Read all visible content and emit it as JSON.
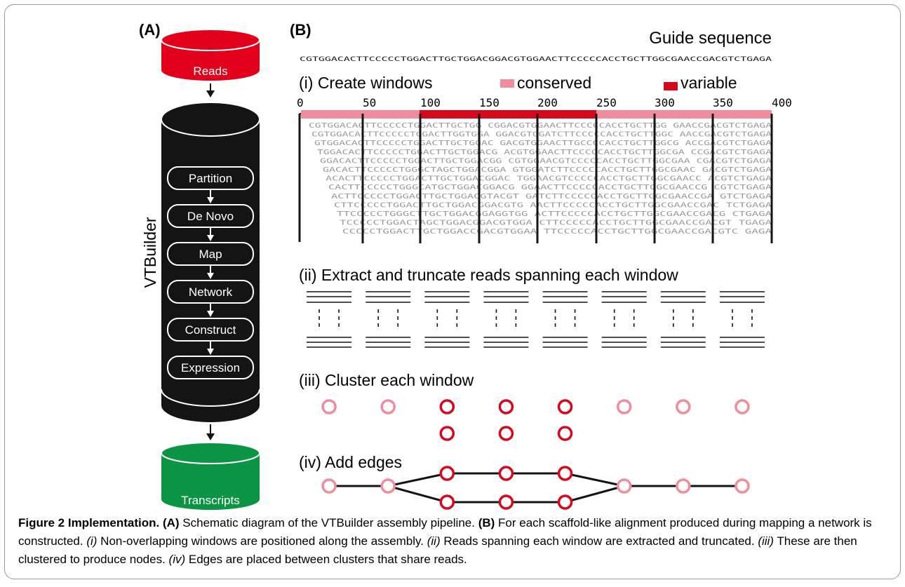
{
  "panel_a": {
    "label": "(A)",
    "top_db": "Reads",
    "bottom_db": "Transcripts",
    "cylinder_label": "VTBuilder",
    "steps": [
      "Partition",
      "De Novo",
      "Map",
      "Network",
      "Construct",
      "Expression"
    ]
  },
  "panel_b": {
    "label": "(B)",
    "guide_title": "Guide sequence",
    "guide_sequence": "CGTGGACACTTCCCCCTGGACTTGCTGGACGGACGTGGAACTTCCCCCACCTGCTTGGCGAACCGACGTCTGAGA",
    "step_i": "(i) Create windows",
    "legend_conserved": "conserved",
    "legend_variable": "variable",
    "ticks": [
      "0",
      "50",
      "100",
      "150",
      "200",
      "250",
      "300",
      "350",
      "400"
    ],
    "alignment_rows": [
      "CGTGGACACTTCCCCCTGGACTTGCTGG CGGACGTGGAACTTCCCCCACCTGCTTGG GAACCGACGTCTGAGA",
      "CGTGGACACTTCCCCCTGGACTTGGTGGA GGACGTGGATCTTCCCCCACCTGCTTGGC AACCGACGTCTGAGA",
      "GTGGACACTTCCCCCTGGACTTGCTGGAC GACGTGGAACTTGCCCCACCTGCTTGGCG ACCGACGTCTGAGA",
      "TGGACACTTCCCCCTGGACTTGCTGGACG ACGTGGAACTTCCCCCACCTGCTTGGCGA CCGACGTCTGAGA",
      "GGACACTTCCCCCTGGACTTGCTGGACGG CGTGGAACGTCCCCCACCTGCTTGGCGAA CGACGTCTGAGA",
      "GACACTTCCCCCTGGGCTAGCTGGACGGA GTGGATCTTCCCCCACCTGCTTGGCGAAC GACGTCTGAGA",
      "ACACTTCCCCCTGGACTTGCTGGACGGAC TGGAACGTCCCCCACCTGCTTGGCGAACC ACGTCTGAGA",
      "CACTTCCCCCTGGGCATGCTGGACGGACG GGAACTTCCCCCACCTGCTTGGCGAACCG CGTCTGAGA",
      "ACTTCCCCCTGGACTTGCTGGACGTACGT GATCTTCCCCCACCTGCTTGGCGAACCGA GTCTGAGA",
      "CTTCCCCCTGGACTTGCTGGACGGACGTG AACTTCCCCCACCTGCTTGGCGAACCGAC TCTGAGA",
      "TTCCCCCTGGGCTTGCTGGACGGAGGTGG ACTTCCCCCACCTGCTTGGCGAACCGACG CTGAGA",
      "TCCCCCTGGACTAGCTGGACGGACGTGGA CTTCCCCCACCTGCTTGGCGAACCGACGT TGAGA",
      "CCCCCTGGACTTGCTGGACCGACGTGGAA TTCCCCCACCTGCTTGGCGAACCGACGTC GAGA"
    ],
    "step_ii": "(ii) Extract and truncate reads spanning each window",
    "step_iii": "(iii) Cluster each window",
    "step_iv": "(iv) Add edges"
  },
  "windows": [
    {
      "type": "conserved",
      "nodes": 1
    },
    {
      "type": "conserved",
      "nodes": 1
    },
    {
      "type": "variable",
      "nodes": 2
    },
    {
      "type": "variable",
      "nodes": 2
    },
    {
      "type": "variable",
      "nodes": 2
    },
    {
      "type": "conserved",
      "nodes": 1
    },
    {
      "type": "conserved",
      "nodes": 1
    },
    {
      "type": "conserved",
      "nodes": 1
    }
  ],
  "colors": {
    "reads_red": "#e2001a",
    "transcripts_green": "#0b9444",
    "conserved_pink": "#f08c9c",
    "variable_red": "#d7081c",
    "seq_grey": "#9a9a9a",
    "black": "#141414"
  },
  "caption": {
    "title_bold": "Figure 2 Implementation.",
    "a_label": "(A)",
    "a_text": " Schematic diagram of the VTBuilder assembly pipeline. ",
    "b_label": "(B)",
    "b_text": " For each scaffold-like alignment produced during mapping a network is constructed. ",
    "i_label": "(i)",
    "i_text": " Non-overlapping windows are positioned along the assembly. ",
    "ii_label": "(ii)",
    "ii_text": " Reads spanning each window are extracted and truncated. ",
    "iii_label": "(iii)",
    "iii_text": " These are then clustered to produce nodes. ",
    "iv_label": "(iv)",
    "iv_text": " Edges are placed between clusters that share reads."
  }
}
